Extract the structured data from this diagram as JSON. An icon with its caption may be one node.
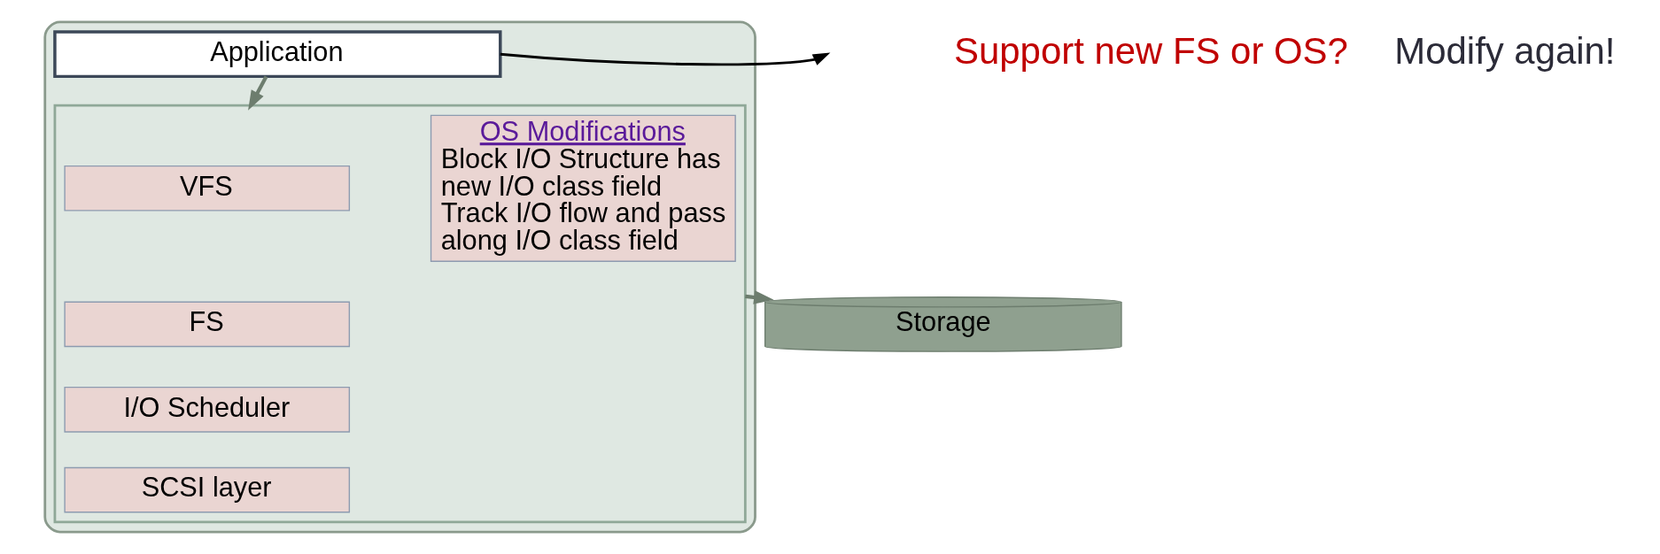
{
  "diagram": {
    "nodes": [
      {
        "text": [],
        "shape": "box"
      },
      {
        "text": [
          "Application"
        ],
        "in": 0
      },
      {
        "text": [],
        "shape": "box",
        "in": 0
      },
      {
        "text": [
          "VFS"
        ],
        "in": 2
      },
      {
        "text": [
          "FS"
        ],
        "in": 2
      },
      {
        "text": [
          "I/O Scheduler"
        ],
        "in": 2
      },
      {
        "text": [
          "SCSI layer"
        ],
        "in": 2
      },
      {
        "text": [
          "OS Modifications",
          "Block I/O Structure has new I/O class field",
          "Track I/O flow and pass along I/O class field"
        ],
        "in": 2
      },
      {
        "text": [
          "Storage"
        ]
      }
    ],
    "edges": [
      {
        "from": 1,
        "to": 2,
        "arrow": "to"
      },
      {
        "from": 1,
        "to": null,
        "arrow": "to",
        "color": "#000000"
      },
      {
        "from": 2,
        "to": 8,
        "arrow": "to"
      }
    ],
    "labels": [
      "Support new FS or OS?",
      "Modify again!"
    ]
  }
}
